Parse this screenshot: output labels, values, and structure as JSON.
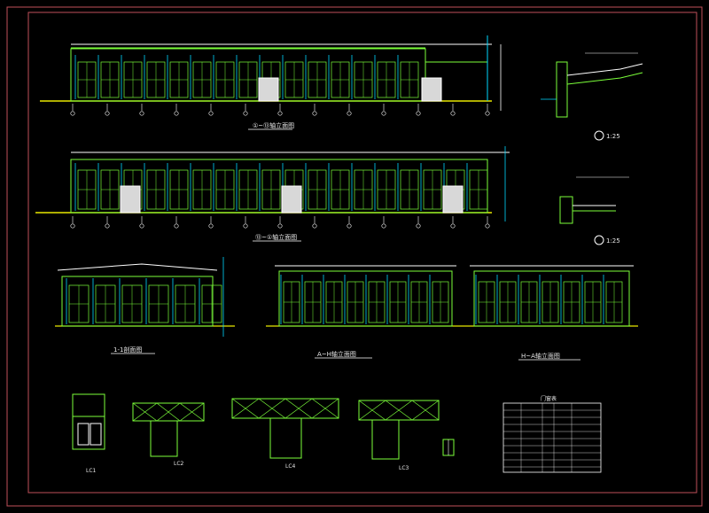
{
  "colors": {
    "background": "#000000",
    "frame": "#c0505a",
    "linework": "#7bff3a",
    "accent": "#00d8ff",
    "structure": "#ffffff",
    "ground": "#e8e800",
    "door_fill": "#d8d8d8"
  },
  "elevation_labels": {
    "elev_1": "①~⑬轴立面图",
    "elev_2": "⑬~①轴立面图",
    "elev_3": "A~H轴立面图",
    "elev_4": "H~A轴立面图",
    "elev_5": "1-1剖面图"
  },
  "detail_labels": {
    "detail_1": "1:25",
    "detail_2": "1:25"
  },
  "window_labels": {
    "lc1": "LC1",
    "lc2": "LC2",
    "lc4": "LC4",
    "lc3": "LC3"
  },
  "schedule": {
    "title": "门窗表"
  }
}
